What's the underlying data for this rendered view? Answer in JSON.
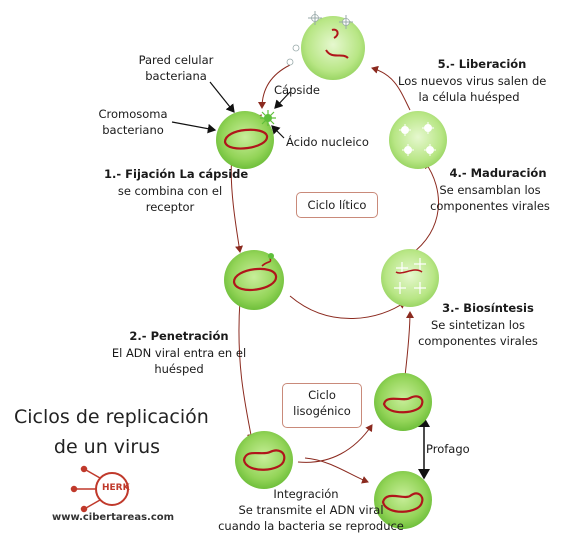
{
  "labels": {
    "pared_celular": "Pared celular\nbacteriana",
    "capside": "Cápside",
    "cromosoma": "Cromosoma\nbacteriano",
    "acido_nucleico": "Ácido nucleico",
    "step1_title": "1.- Fijación La cápside",
    "step1_desc": "se combina con el\nreceptor",
    "ciclo_litico": "Ciclo lítico",
    "step5_title": "5.- Liberación",
    "step5_desc": "Los nuevos virus salen de\nla célula huésped",
    "step4_title": "4.- Maduración",
    "step4_desc": "Se ensamblan los\ncomponentes virales",
    "step3_title": "3.- Biosíntesis",
    "step3_desc": "Se sintetizan los\ncomponentes virales",
    "step2_title": "2.- Penetración",
    "step2_desc": "El ADN viral entra en el\nhuésped",
    "ciclo_lisogenico": "Ciclo\nlisogénico",
    "profago": "Profago",
    "integracion": "Integración",
    "integracion_desc": "Se transmite el ADN viral\ncuando la bacteria se reproduce"
  },
  "title": {
    "line1": "Ciclos de replicación",
    "line2": "de un virus"
  },
  "logo": {
    "brand": "HERK",
    "url": "www.cibertareas.com"
  },
  "colors": {
    "cell_fill": "#8fd14f",
    "cell_light": "#c6ec98",
    "dna": "#b0151b",
    "arrow": "#8b2a1f",
    "virus": "#5fbf3a"
  }
}
